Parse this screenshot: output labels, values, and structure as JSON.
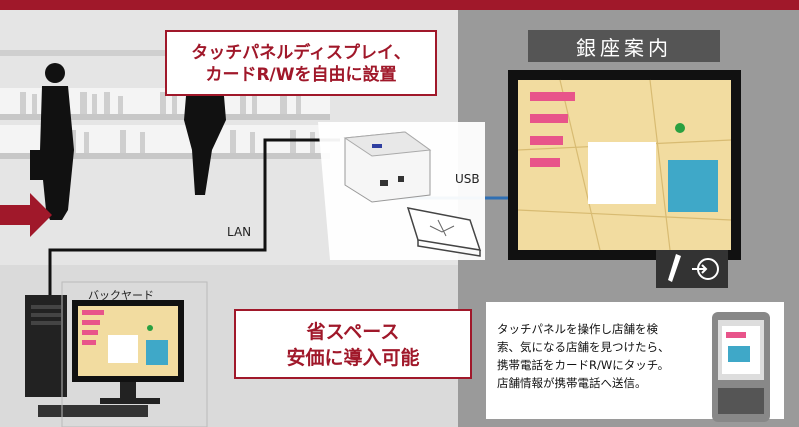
{
  "callout_top": {
    "line1": "タッチパネルディスプレイ、",
    "line2": "カードR/Wを自由に設置"
  },
  "callout_bottom": {
    "line1": "省スペース",
    "line2": "安価に導入可能"
  },
  "labels": {
    "usb": "USB",
    "lan": "LAN",
    "backyard": "バックヤード"
  },
  "display_sign": "銀座案内",
  "info_box": {
    "lines": [
      "タッチパネルを操作し店舗を検",
      "索、気になる店舗を見つけたら、",
      "携帯電話をカードR/Wにタッチ。",
      "店舗情報が携帯電話へ送信。"
    ]
  },
  "colors": {
    "accent": "#a0182a",
    "arrow": "#a0182a",
    "usb_cable": "#2f6fb3",
    "map_bg": "#f2dca0",
    "map_pink": "#e8548a",
    "map_blue": "#3fa8c8",
    "map_green": "#2aa040"
  }
}
